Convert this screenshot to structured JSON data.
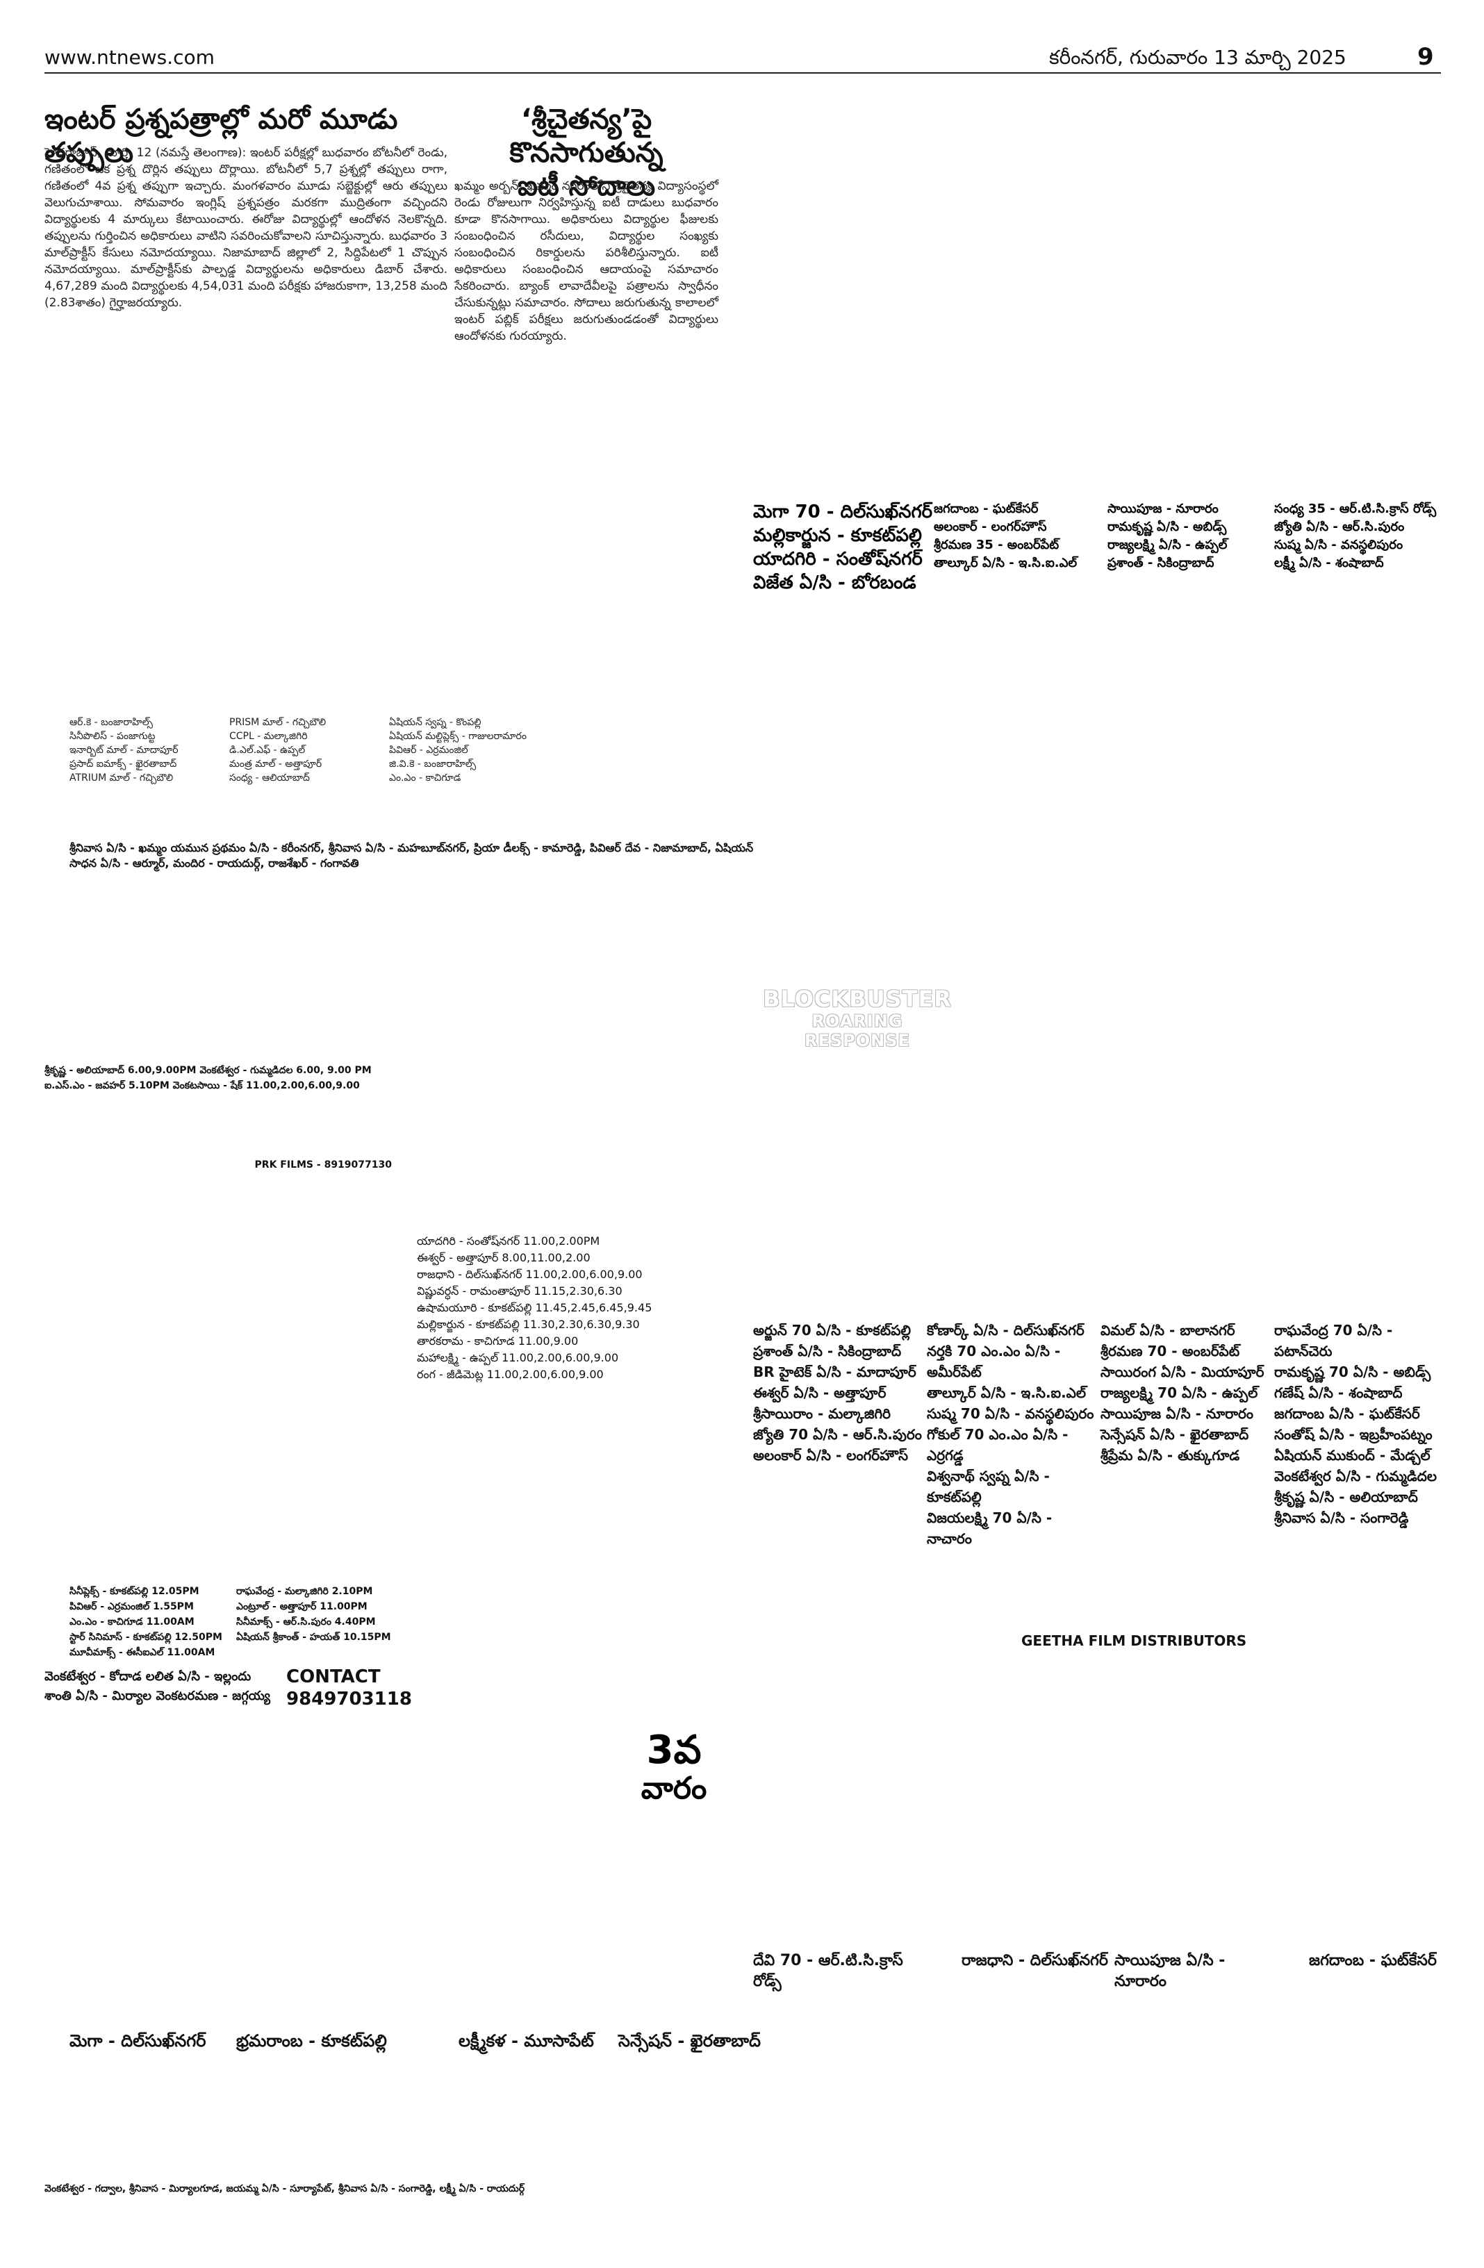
{
  "header": {
    "website": "www.ntnews.com",
    "dateline": "కరీంనగర్‌, గురువారం 13 మార్చి 2025",
    "page_number": "9"
  },
  "article1": {
    "headline": "ఇంటర్‌ ప్రశ్నపత్రాల్లో మరో మూడు తప్పులు",
    "body": "హైదరాబాద్‌, మార్చి 12 (నమస్తే తెలంగాణ): ఇంటర్‌ పరీక్షల్లో బుధవారం బోటనీలో రెండు, గణితంలో ఒక ప్రశ్న దొర్లిన తప్పులు దొర్లాయి. బోటనీలో 5,7 ప్రశ్నల్లో తప్పులు రాగా, గణితంలో 4వ ప్రశ్న తప్పుగా ఇచ్చారు. మంగళవారం మూడు సబ్జెక్టుల్లో ఆరు తప్పులు వెలుగుచూశాయి. సోమవారం ఇంగ్లిష్‌ ప్రశ్నపత్రం మరకగా ముద్రితంగా వచ్చిందని విద్యార్థులకు 4 మార్కులు కేటాయించారు. ఈరోజు విద్యార్థుల్లో ఆందోళన నెలకొన్నది. తప్పులను గుర్తించిన అధికారులు వాటిని సవరించుకోవాలని సూచిస్తున్నారు. బుధవారం 3 మాల్‌ప్రాక్టీస్‌ కేసులు నమోదయ్యాయి. నిజామాబాద్‌ జిల్లాలో 2, సిద్దిపేటలో 1 చొప్పున నమోదయ్యాయి. మాల్‌ప్రాక్టీస్‌కు పాల్పడ్డ విద్యార్థులను అధికారులు డిబార్‌ చేశారు. 4,67,289 మంది విద్యార్థులకు 4,54,031 మంది పరీక్షకు హాజరుకాగా, 13,258 మంది (2.83శాతం) గైర్హాజరయ్యారు."
  },
  "article2": {
    "headline_line1": "‘శ్రీచైతన్య’పై కొనసాగుతున్న",
    "headline_line2": "ఐటీ సోదాలు",
    "body": "ఖమ్మం అర్బన్‌: ఖమ్మం నగరంలోని శ్రీచైతన్య విద్యాసంస్థలో రెండు రోజులుగా నిర్వహిస్తున్న ఐటీ దాడులు బుధవారం కూడా కొనసాగాయి. అధికారులు విద్యార్థుల ఫీజులకు సంబంధించిన రసీదులు, విద్యార్థుల సంఖ్యకు సంబంధించిన రికార్డులను పరిశీలిస్తున్నారు. ఐటీ అధికారులు సంబంధించిన ఆదాయంపై సమాచారం సేకరించారు. బ్యాంక్‌ లావాదేవీలపై పత్రాలను స్వాధీనం చేసుకున్నట్లు సమాచారం. సోదాలు జరుగుతున్న కాలాలలో ఇంటర్‌ పబ్లిక్‌ పరీక్షలు జరుగుతుండడంతో విద్యార్థులు ఆందోళనకు గురయ్యారు."
  },
  "block_a": {
    "lines": [
      "మెగా 70 - దిల్‌సుఖ్‌నగర్‌",
      "మల్లికార్జున - కూకట్‌పల్లి",
      "యాదగిరి - సంతోష్‌నగర్‌",
      "విజేత ఏ/సి - బోరబండ"
    ],
    "lines2": [
      "జగదాంబ - ఘట్‌కేసర్‌",
      "అలంకార్‌ - లంగర్‌హౌస్‌",
      "శ్రీరమణ 35 - అంబర్‌పేట్‌",
      "తాల్కూర్‌ ఏ/సి - ఇ.సి.ఐ.ఎల్‌"
    ],
    "lines3": [
      "సాయిపూజ - నూరారం",
      "రామకృష్ణ ఏ/సి - అబిడ్స్‌",
      "రాజ్యలక్ష్మి ఏ/సి - ఉప్పల్‌",
      "ప్రశాంత్‌ - సికింద్రాబాద్‌"
    ],
    "lines4": [
      "సంధ్య 35 - ఆర్‌.టి.సి.క్రాస్‌ రోడ్స్‌",
      "జ్యోతి ఏ/సి - ఆర్‌.సి.పురం",
      "సుష్మ ఏ/సి - వనస్థలిపురం",
      "లక్ష్మీ ఏ/సి - శంషాబాద్‌"
    ],
    "small_list": [
      "ఆర్‌.కె - బంజారాహిల్స్‌",
      "సినీపొలిస్‌ - పంజాగుట్ట",
      "ఇనార్బిట్‌ మాల్‌ - మాదాపూర్‌",
      "ప్రసాద్‌ ఐమాక్స్‌ - ఖైరతాబాద్‌",
      "ATRIUM మాల్‌ - గచ్చిబౌలి",
      "PRISM మాల్‌ - గచ్చిబౌలి",
      "CCPL - మల్కాజిగిరి",
      "డి.ఎల్‌.ఎఫ్‌ - ఉప్పల్‌",
      "మంత్ర మాల్‌ - అత్తాపూర్‌",
      "సంధ్య - ఆలియాబాద్‌",
      "ఏషియన్‌ స్వప్న - కొంపల్లి",
      "ఏషియన్‌ మల్టిప్లెక్స్‌ - గాజులరామారం",
      "పివిఆర్‌ - ఎర్రమంజిల్‌",
      "జి.వి.కె - బంజారాహిల్స్‌",
      "ఎం.ఎం - కాచిగూడ"
    ],
    "district_line": "శ్రీనివాస ఏ/సి - ఖమ్మం యమున ప్రథమం ఏ/సి - కరీంనగర్‌, శ్రీనివాస ఏ/సి - మహబూబ్‌నగర్‌, ప్రియా డీలక్స్‌ - కామారెడ్డి, పివిఆర్‌ దేవ - నిజామాబాద్‌, ఏషియన్‌ సాధన ఏ/సి - ఆర్మూర్‌, మందిర - రాయదుర్గ్‌, రాజశేఖర్‌ - గంగావతి"
  },
  "stamp": {
    "line1": "BLOCKBUSTER",
    "line2": "ROARING",
    "line3": "RESPONSE"
  },
  "block_b": {
    "line1": "శ్రీకృష్ణ - అలియాబాద్‌ 6.00,9.00PM  వెంకటేశ్వర - గుమ్మడిదల 6.00, 9.00 PM",
    "line2": "ఐ.ఎస్‌.ఎం - జవహర్‌ 5.10PM  వెంకటసాయి - షేక్‌ 11.00,2.00,6.00,9.00",
    "credit": "PRK FILMS - 8919077130"
  },
  "block_c": {
    "showtimes": [
      "యాదగిరి - సంతోష్‌నగర్‌ 11.00,2.00PM",
      "ఈశ్వర్‌ - అత్తాపూర్‌ 8.00,11.00,2.00",
      "రాజధాని - దిల్‌సుఖ్‌నగర్‌ 11.00,2.00,6.00,9.00",
      "విష్ణువర్ధన్‌ - రామంతాపూర్‌ 11.15,2.30,6.30",
      "ఉషామయూరి - కూకట్‌పల్లి 11.45,2.45,6.45,9.45",
      "మల్లికార్జున - కూకట్‌పల్లి 11.30,2.30,6.30,9.30",
      "తారకరామ - కాచిగూడ 11.00,9.00",
      "మహాలక్ష్మి - ఉప్పల్‌ 11.00,2.00,6.00,9.00",
      "రంగ - జీడిమెట్ల 11.00,2.00,6.00,9.00"
    ],
    "contact_label": "CONTACT",
    "contact_number": "9849703118",
    "footer": "వెంకటేశ్వర - కోదాడ  లలిత ఏ/సి - ఇల్లందు  శాంతి ఏ/సి - మిర్యాల  వెంకటరమణ - జగ్గయ్య"
  },
  "block_d": {
    "col1": [
      "అర్జున్‌ 70 ఏ/సి - కూకట్‌పల్లి",
      "ప్రశాంత్‌ ఏ/సి - సికింద్రాబాద్‌",
      "BR హైటెక్‌ ఏ/సి - మాదాపూర్‌",
      "ఈశ్వర్‌ ఏ/సి - అత్తాపూర్‌",
      "శ్రీసాయిరాం - మల్కాజిగిరి",
      "జ్యోతి 70 ఏ/సి - ఆర్‌.సి.పురం",
      "అలంకార్‌ ఏ/సి - లంగర్‌హౌస్‌"
    ],
    "col2": [
      "కోణార్క్‌ ఏ/సి - దిల్‌సుఖ్‌నగర్‌",
      "నర్తకి 70 ఎం.ఎం ఏ/సి - అమీర్‌పేట్‌",
      "తాల్కూర్‌ ఏ/సి - ఇ.సి.ఐ.ఎల్‌",
      "సుష్మ 70 ఏ/సి - వనస్థలిపురం",
      "గోకుల్‌ 70 ఎం.ఎం ఏ/సి - ఎర్రగడ్డ",
      "విశ్వనాథ్‌ స్వప్న ఏ/సి - కూకట్‌పల్లి",
      "విజయలక్ష్మి 70 ఏ/సి - నాచారం"
    ],
    "col3": [
      "విమల్‌ ఏ/సి - బాలానగర్‌",
      "శ్రీరమణ 70 - అంబర్‌పేట్‌",
      "సాయిరంగ ఏ/సి - మియాపూర్‌",
      "రాజ్యలక్ష్మి 70 ఏ/సి - ఉప్పల్‌",
      "సాయిపూజ ఏ/సి - నూరారం",
      "సెన్సేషన్‌ ఏ/సి - ఖైరతాబాద్‌",
      "శ్రీప్రేమ ఏ/సి - తుక్కుగూడ"
    ],
    "col4": [
      "రాఘవేంద్ర 70 ఏ/సి - పటాన్‌చెరు",
      "రామకృష్ణ 70 ఏ/సి - అబిడ్స్‌",
      "గణేష్‌ ఏ/సి - శంషాబాద్‌",
      "జగదాంబ ఏ/సి - ఘట్‌కేసర్‌",
      "సంతోష్‌ ఏ/సి - ఇబ్రహీంపట్నం",
      "ఏషియన్‌ ముకుంద్‌ - మేడ్చల్‌",
      "వెంకటేశ్వర ఏ/సి - గుమ్మడిదల",
      "శ్రీకృష్ణ ఏ/సి - అలియాబాద్‌",
      "శ్రీనివాస ఏ/సి - సంగారెడ్డి"
    ],
    "credit": "GEETHA FILM DISTRIBUTORS"
  },
  "block_e": {
    "showtimes": [
      "సినీప్లెక్స్‌ - కూకట్‌పల్లి 12.05PM",
      "పివిఆర్‌ - ఎర్రమంజిల్‌ 1.55PM",
      "ఎం.ఎం - కాచిగూడ 11.00AM",
      "స్టార్‌ సినిమాస్‌ - కూకట్‌పల్లి 12.50PM",
      "మూవీమాక్స్‌ - ఈసీఐఎల్‌ 11.00AM"
    ],
    "showtimes2": [
      "రాఘవేంద్ర - మల్కాజిగిరి 2.10PM",
      "ఎంట్రూల్‌ - అత్తాపూర్‌ 11.00PM",
      "సినీమాక్స్‌ - ఆర్‌.సి.పురం 4.40PM",
      "ఏషియన్‌ శ్రీకాంత్‌ - హయత్‌ 10.15PM"
    ]
  },
  "week": {
    "line1": "3వ",
    "line2": "వారం"
  },
  "block_f": {
    "headers": [
      "దేవి 70 - ఆర్‌.టి.సి.క్రాస్‌ రోడ్స్‌",
      "రాజధాని - దిల్‌సుఖ్‌నగర్‌",
      "సాయిపూజ ఏ/సి - నూరారం",
      "జగదాంబ - ఘట్‌కేసర్‌"
    ],
    "bottom_headers": [
      "మెగా - దిల్‌సుఖ్‌నగర్‌",
      "భ్రమరాంబ - కూకట్‌పల్లి",
      "లక్ష్మీకళ - మూసాపేట్‌",
      "సెన్సేషన్‌ - ఖైరతాబాద్‌"
    ],
    "footer_lines": [
      "వెంకటేశ్వర - గద్వాల, శ్రీనివాస - మిర్యాలగూడ, జయమ్మ ఏ/సి - సూర్యాపేట్‌, శ్రీనివాస ఏ/సి - సంగారెడ్డి, లక్ష్మీ ఏ/సి - రాయదుర్గ్‌"
    ]
  }
}
